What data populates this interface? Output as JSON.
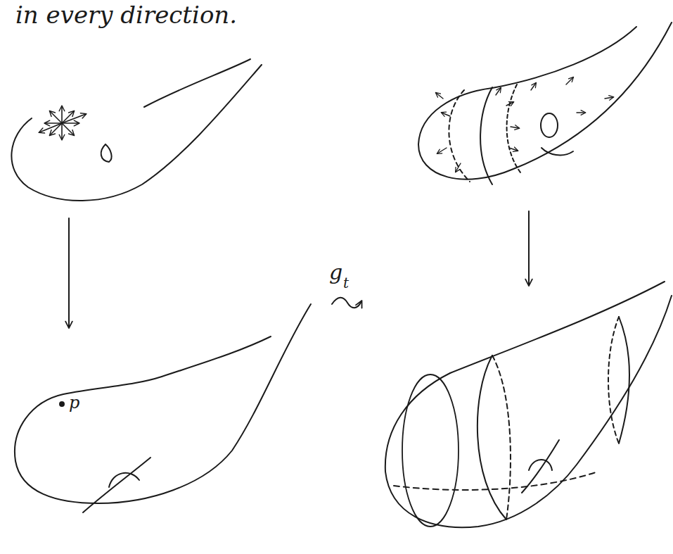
{
  "diagram": {
    "labels": [
      "in every direction.",
      "g",
      "t",
      "p"
    ]
  }
}
